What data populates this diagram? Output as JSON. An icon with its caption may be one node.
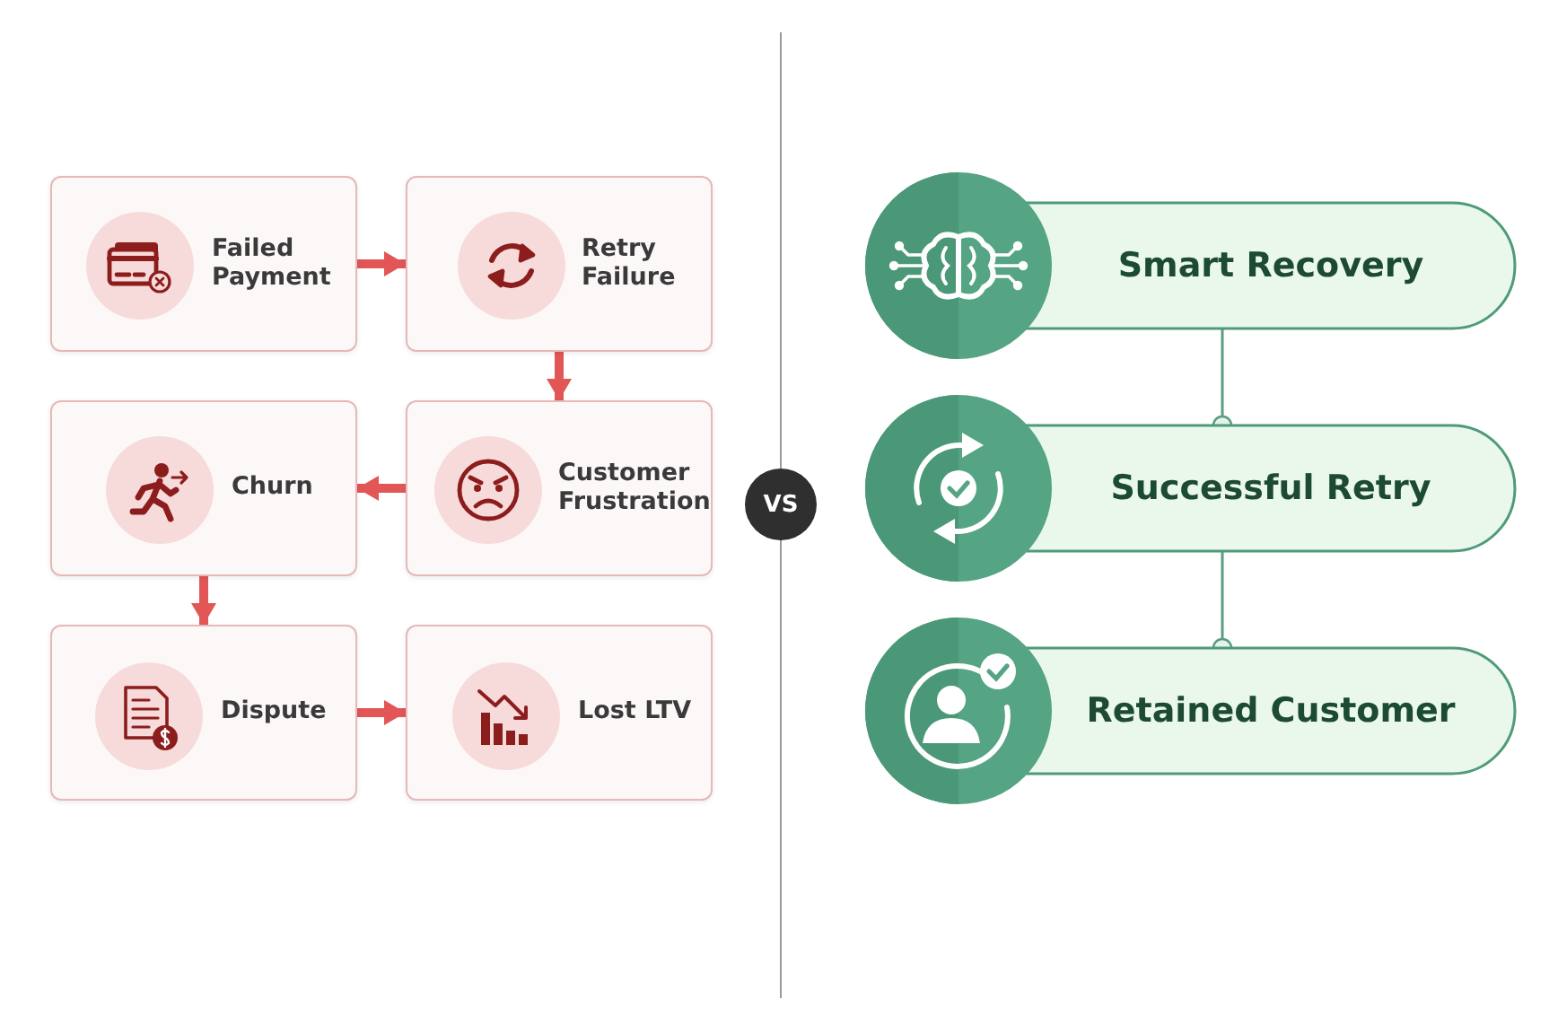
{
  "diagram": {
    "nodes": [
      {
        "text": [
          "Failed Payment"
        ]
      },
      {
        "text": [
          "Retry Failure"
        ]
      },
      {
        "text": [
          "Churn"
        ]
      },
      {
        "text": [
          "Customer Frustration"
        ]
      },
      {
        "text": [
          "Dispute"
        ]
      },
      {
        "text": [
          "Lost LTV"
        ]
      },
      {
        "text": [
          "VS"
        ]
      },
      {
        "text": [
          "Smart Recovery"
        ]
      },
      {
        "text": [
          "Successful Retry"
        ]
      },
      {
        "text": [
          "Retained Customer"
        ]
      }
    ],
    "edges": [
      {
        "from": 0,
        "to": 1,
        "arrow": "to"
      },
      {
        "from": 1,
        "to": 3,
        "arrow": "to"
      },
      {
        "from": 3,
        "to": 2,
        "arrow": "to"
      },
      {
        "from": 2,
        "to": 4,
        "arrow": "to"
      },
      {
        "from": 4,
        "to": 5,
        "arrow": "to"
      },
      {
        "from": 7,
        "to": 8,
        "arrow": "other",
        "color": "#5a9e7f"
      },
      {
        "from": 8,
        "to": 9,
        "arrow": "other",
        "color": "#5a9e7f"
      }
    ]
  }
}
